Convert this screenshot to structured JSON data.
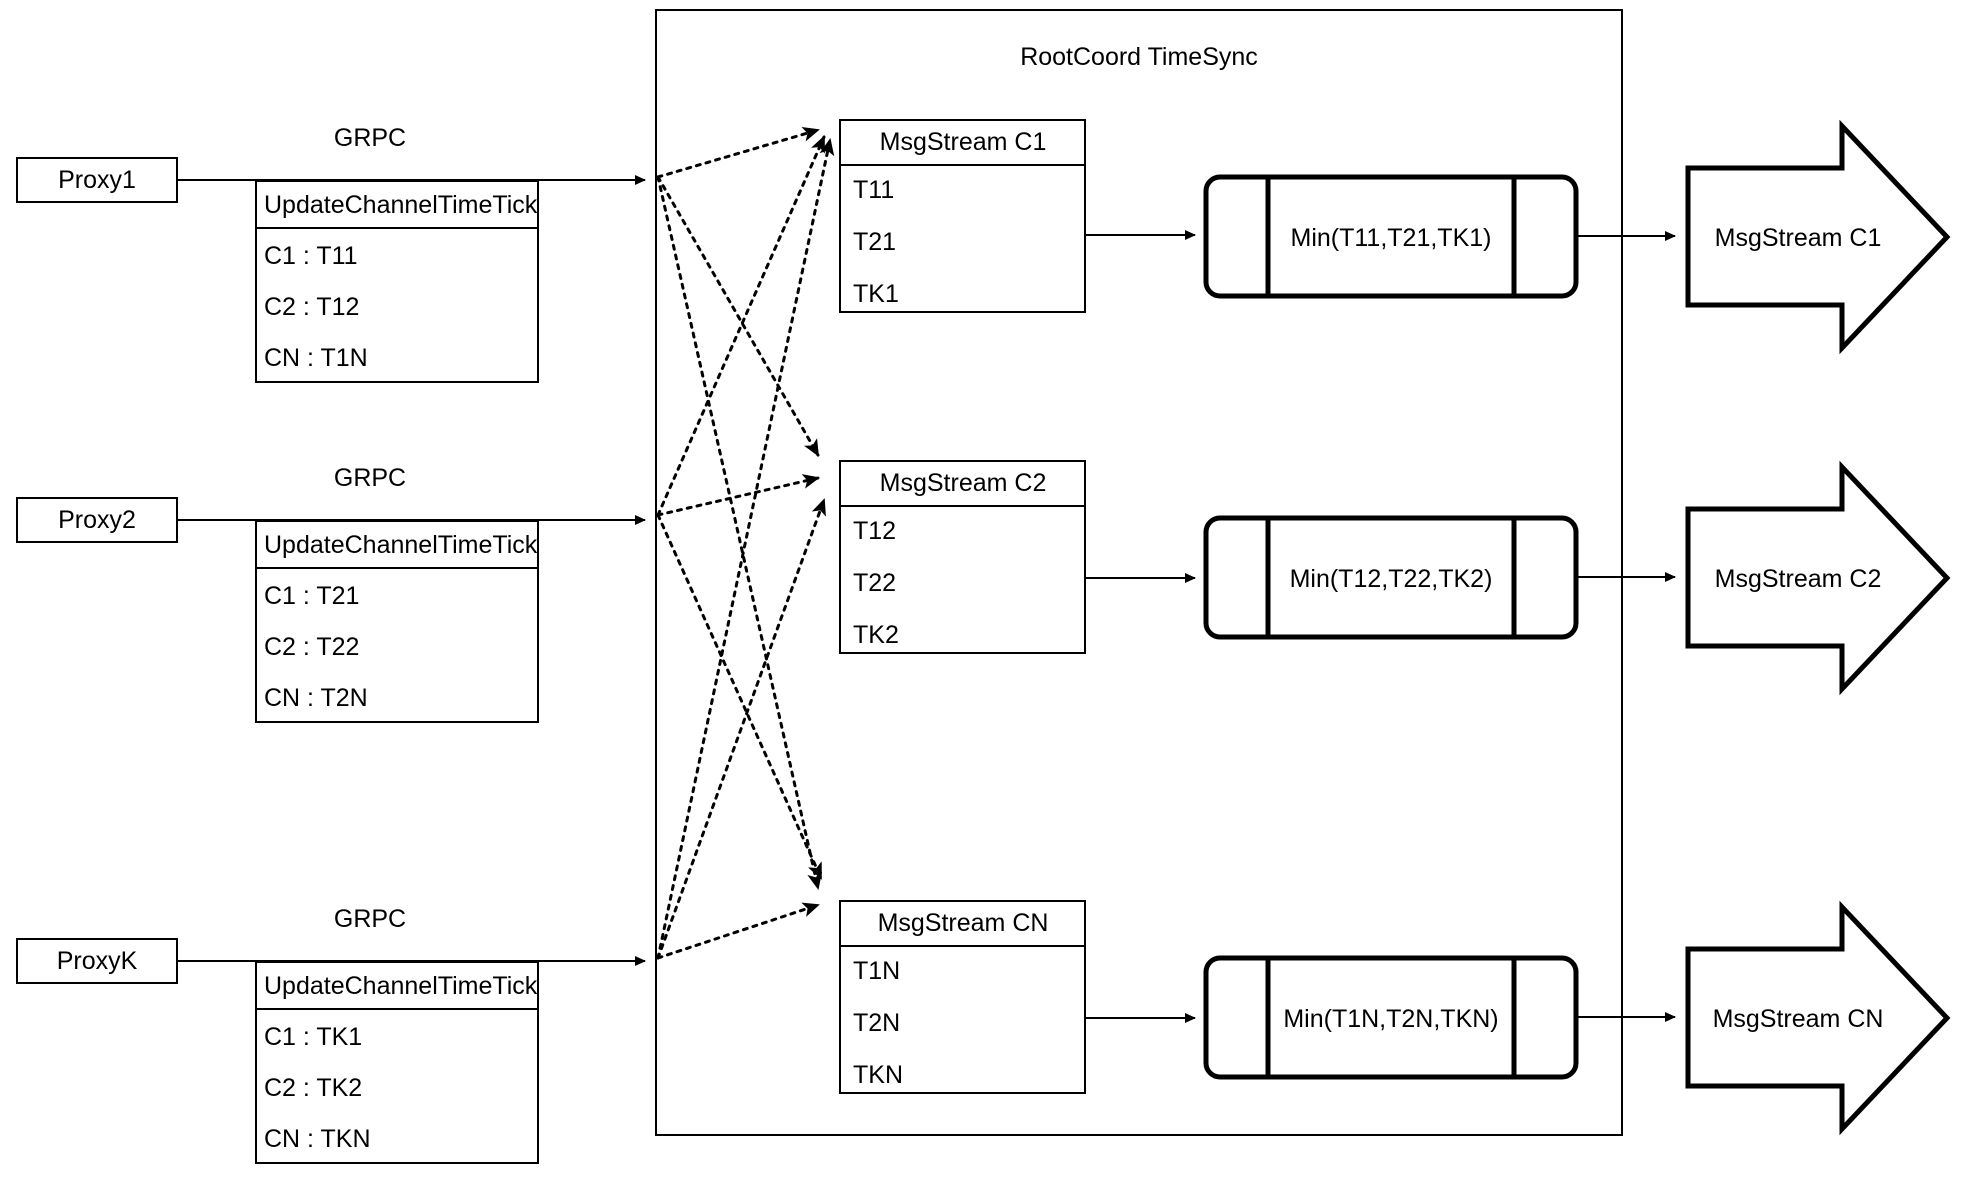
{
  "diagram": {
    "title": "RootCoord TimeSync",
    "container_label": "RootCoord TimeSync",
    "link_label_grpc": "GRPC",
    "proxies": [
      {
        "name": "Proxy1",
        "grpc_label": "GRPC",
        "table_header": "UpdateChannelTimeTick",
        "rows": [
          "C1 :  T11",
          "C2 :  T12",
          "CN : T1N"
        ]
      },
      {
        "name": "Proxy2",
        "grpc_label": "GRPC",
        "table_header": "UpdateChannelTimeTick",
        "rows": [
          "C1 :  T21",
          "C2 :  T22",
          "CN : T2N"
        ]
      },
      {
        "name": "ProxyK",
        "grpc_label": "GRPC",
        "table_header": "UpdateChannelTimeTick",
        "rows": [
          "C1 :  TK1",
          "C2 :  TK2",
          "CN : TKN"
        ]
      }
    ],
    "channels": [
      {
        "msgstream_header": "MsgStream C1",
        "msgstream_rows": [
          "T11",
          "T21",
          "TK1"
        ],
        "min_label": "Min(T11,T21,TK1)",
        "output_label": "MsgStream C1"
      },
      {
        "msgstream_header": "MsgStream C2",
        "msgstream_rows": [
          "T12",
          "T22",
          "TK2"
        ],
        "min_label": "Min(T12,T22,TK2)",
        "output_label": "MsgStream C2"
      },
      {
        "msgstream_header": "MsgStream CN",
        "msgstream_rows": [
          "T1N",
          "T2N",
          "TKN"
        ],
        "min_label": "Min(T1N,T2N,TKN)",
        "output_label": "MsgStream CN"
      }
    ],
    "colors": {
      "stroke": "#000000",
      "fill": "#ffffff",
      "background": "#ffffff"
    }
  }
}
